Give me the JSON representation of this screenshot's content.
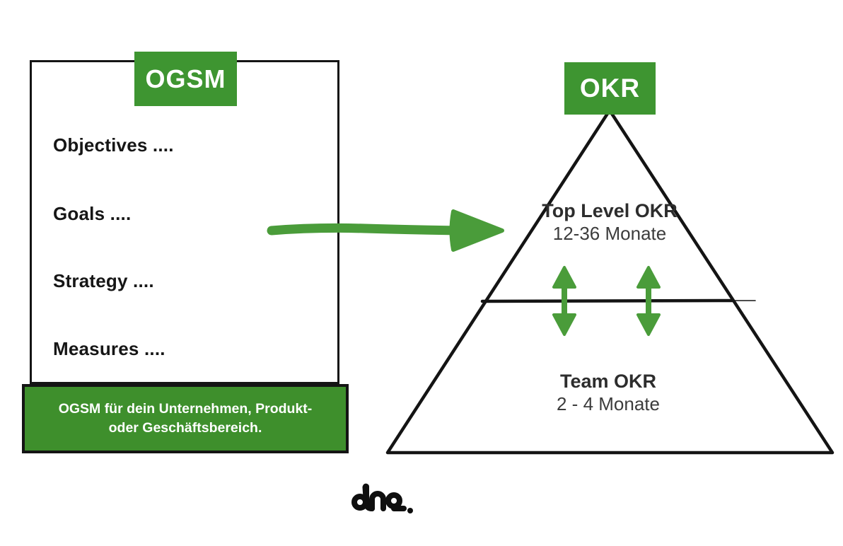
{
  "colors": {
    "badge_green": "#3E9531",
    "banner_green": "#3E8F2C",
    "arrow_green": "#4A9C3A",
    "line_black": "#141414",
    "text_dark": "#161616",
    "pyramid_title": "#2d2d2d",
    "pyramid_subtitle": "#3c3c3c",
    "background": "#ffffff"
  },
  "ogsm": {
    "badge_label": "OGSM",
    "items": [
      "Objectives ....",
      "Goals ....",
      "Strategy ....",
      "Measures ...."
    ],
    "banner": {
      "line1": "OGSM für dein Unternehmen, Produkt-",
      "line2": "oder Geschäftsbereich."
    }
  },
  "okr": {
    "badge_label": "OKR",
    "levels": [
      {
        "title": "Top Level OKR",
        "duration": "12-36 Monate"
      },
      {
        "title": "Team OKR",
        "duration": "2 - 4 Monate"
      }
    ]
  },
  "logo": {
    "text": "dno."
  }
}
